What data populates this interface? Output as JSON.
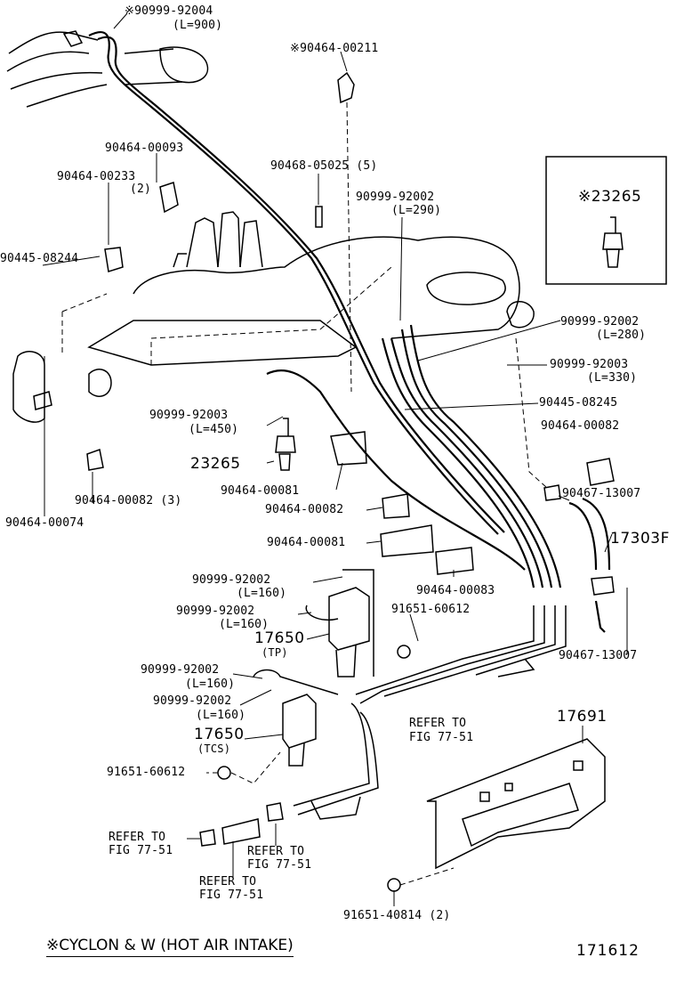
{
  "labels": {
    "hose_top": "※90999-92004",
    "hose_top_len": "(L=900)",
    "clip_00211": "※90464-00211",
    "clip_00093": "90464-00093",
    "clip_00233": "90464-00233",
    "clip_00233_qty": "(2)",
    "clamp_05025": "90468-05025 (5)",
    "hose_92002_a": "90999-92002",
    "hose_92002_a_len": "(L=290)",
    "clip_08244": "90445-08244",
    "hose_92002_b": "90999-92002",
    "hose_92002_b_len": "(L=280)",
    "hose_92003_a": "90999-92003",
    "hose_92003_a_len": "(L=330)",
    "clip_08245": "90445-08245",
    "hose_92003_b": "90999-92003",
    "hose_92003_b_len": "(L=450)",
    "clip_00082_r": "90464-00082",
    "sensor_23265": "23265",
    "clip_00081_a": "90464-00081",
    "clip_00082_m": "90464-00082",
    "clip_00082_l": "90464-00082 (3)",
    "clip_00074": "90464-00074",
    "clip_00081_b": "90464-00081",
    "clip_00083": "90464-00083",
    "clamp_13007_a": "90467-13007",
    "hose_17303F": "17303F",
    "hose_92002_c": "90999-92002",
    "hose_92002_c_len": "(L=160)",
    "hose_92002_d": "90999-92002",
    "hose_92002_d_len": "(L=160)",
    "bolt_60612_a": "91651-60612",
    "vsv_17650_tp": "17650",
    "vsv_tp_tag": "(TP)",
    "clamp_13007_b": "90467-13007",
    "hose_92002_e": "90999-92002",
    "hose_92002_e_len": "(L=160)",
    "hose_92002_f": "90999-92002",
    "hose_92002_f_len": "(L=160)",
    "refer_1": "REFER TO",
    "refer_1b": "FIG 77-51",
    "vsv_17650_tcs": "17650",
    "vsv_tcs_tag": "(TCS)",
    "bracket_17691": "17691",
    "bolt_60612_b": "91651-60612",
    "refer_2": "REFER TO",
    "refer_2b": "FIG 77-51",
    "refer_3": "REFER TO",
    "refer_3b": "FIG 77-51",
    "refer_4": "REFER TO",
    "refer_4b": "FIG 77-51",
    "bolt_40814": "91651-40814 (2)",
    "inset_23265": "※23265"
  },
  "footnote": "※CYCLON & W (HOT AIR INTAKE)",
  "illustration_no": "171612"
}
